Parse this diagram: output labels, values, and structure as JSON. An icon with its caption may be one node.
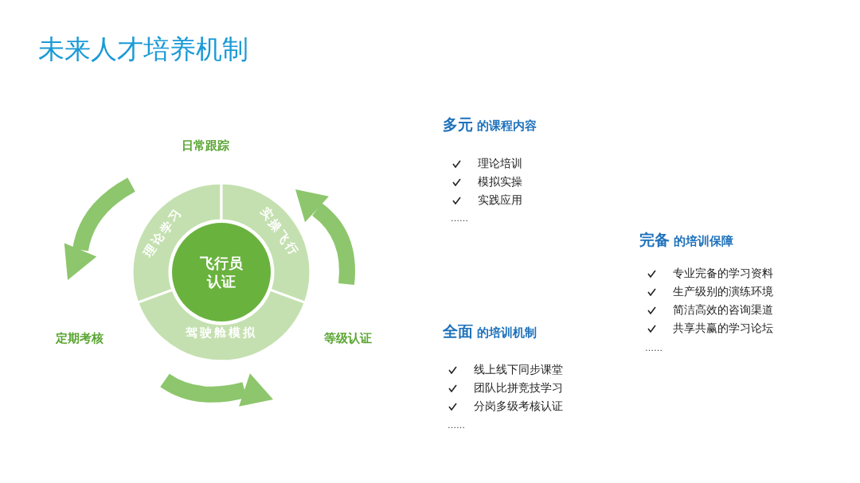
{
  "diagram": {
    "title": "未来人才培养机制",
    "nodes": [
      {
        "text": [
          "理论学习",
          "实操飞行",
          "驾驶舱模拟"
        ]
      },
      {
        "text": [
          "飞行员认证"
        ],
        "in": 0
      }
    ],
    "labels": [
      "日常跟踪",
      "定期考核",
      "等级认证",
      "多元 的课程内容",
      "理论培训",
      "模拟实操",
      "实践应用",
      "……",
      "完备 的培训保障",
      "专业完备的学习资料",
      "生产级别的演练环境",
      "简洁高效的咨询渠道",
      "共享共赢的学习论坛",
      "……",
      "全面 的培训机制",
      "线上线下同步课堂",
      "团队比拼竞技学习",
      "分岗多级考核认证",
      "……"
    ]
  }
}
